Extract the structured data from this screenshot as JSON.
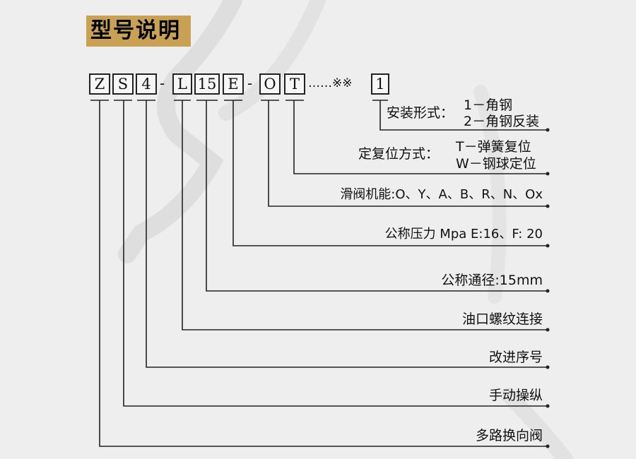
{
  "title": "型号说明",
  "code": {
    "segments": [
      "Z",
      "S",
      "4",
      "L",
      "15",
      "E",
      "O",
      "T",
      "1"
    ],
    "separator": "-",
    "filler": "……※※"
  },
  "labels": {
    "install": {
      "name": "安装形式：",
      "opt1": "1－角钢",
      "opt2": "2－角钢反装"
    },
    "reset": {
      "name": "定复位方式：",
      "opt1": "T－弹簧复位",
      "opt2": "W－钢球定位"
    },
    "function": "滑阀机能:O、Y、A、B、R、N、Ox",
    "pressure": "公称压力 Mpa E:16、F: 20",
    "diameter": "公称通径:15mm",
    "thread": "油口螺纹连接",
    "improve": "改进序号",
    "manual": "手动操纵",
    "valve": "多路换向阀"
  },
  "colors": {
    "accent": "#c9a154",
    "line": "#222222",
    "background": "#eeeeee"
  }
}
